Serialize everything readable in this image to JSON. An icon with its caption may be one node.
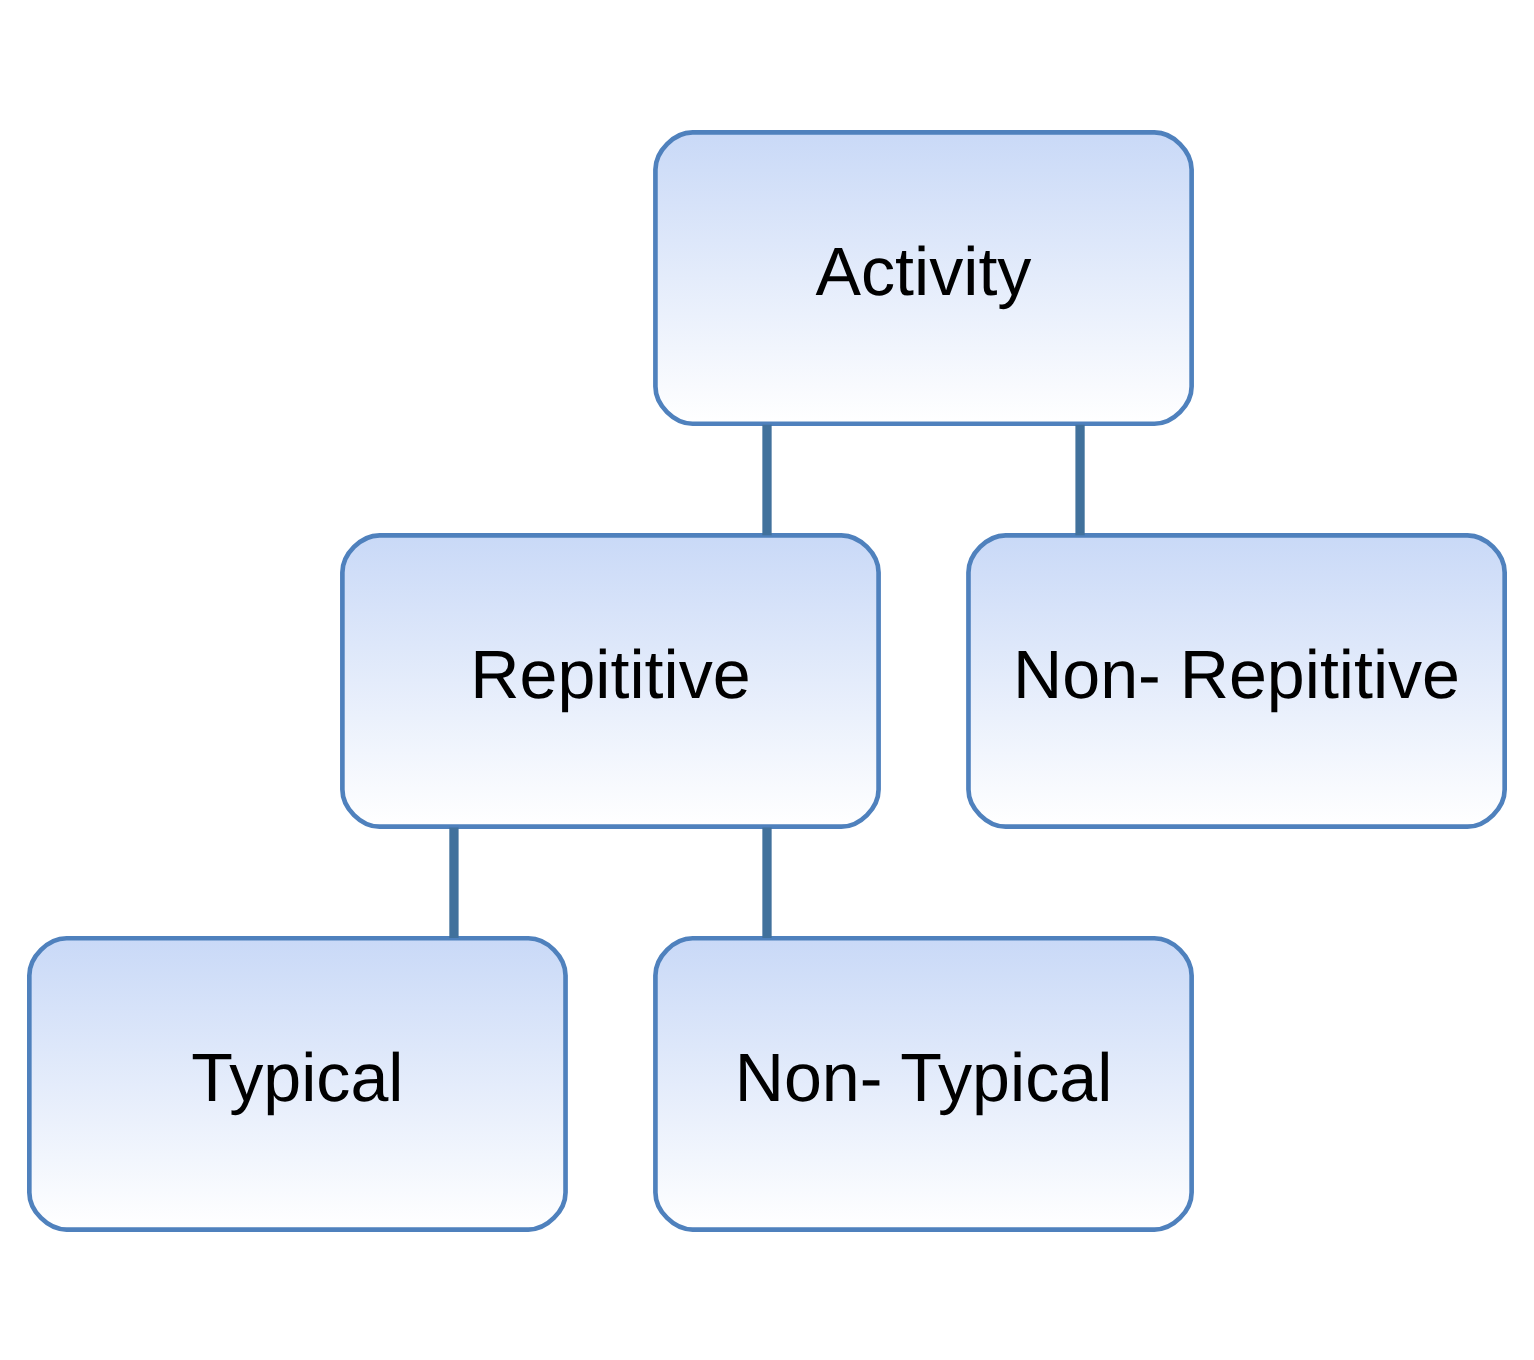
{
  "diagram": {
    "nodes": [
      {
        "text": [
          "Activity"
        ]
      },
      {
        "text": [
          "Repititive"
        ]
      },
      {
        "text": [
          "Non- Repititive"
        ]
      },
      {
        "text": [
          "Typical"
        ]
      },
      {
        "text": [
          "Non- Typical"
        ]
      }
    ],
    "edges": [
      {
        "from": 0,
        "to": 1,
        "arrow": "none"
      },
      {
        "from": 0,
        "to": 2,
        "arrow": "none"
      },
      {
        "from": 1,
        "to": 3,
        "arrow": "none"
      },
      {
        "from": 1,
        "to": 4,
        "arrow": "none"
      }
    ]
  }
}
